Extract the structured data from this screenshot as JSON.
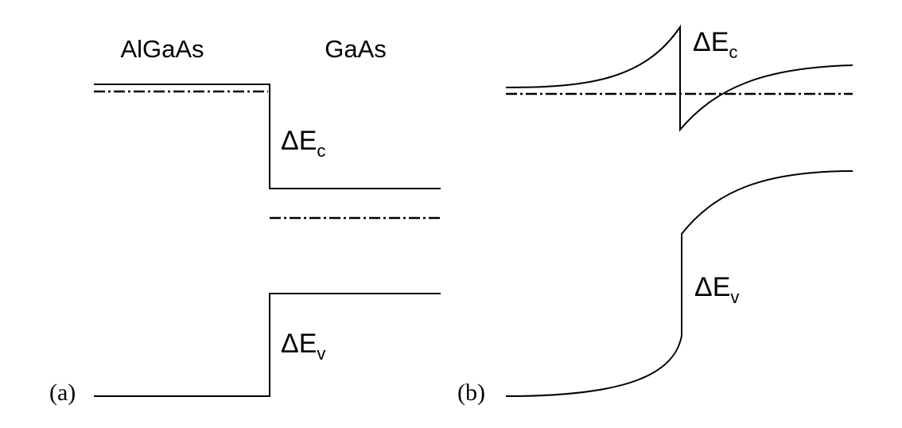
{
  "panel_a": {
    "tag": "(a)",
    "material_left": "AlGaAs",
    "material_right": "GaAs",
    "delta_ec": {
      "symbol": "ΔE",
      "subscript": "c"
    },
    "delta_ev": {
      "symbol": "ΔE",
      "subscript": "v"
    }
  },
  "panel_b": {
    "tag": "(b)",
    "delta_ec": {
      "symbol": "ΔE",
      "subscript": "c"
    },
    "delta_ev": {
      "symbol": "ΔE",
      "subscript": "v"
    }
  }
}
